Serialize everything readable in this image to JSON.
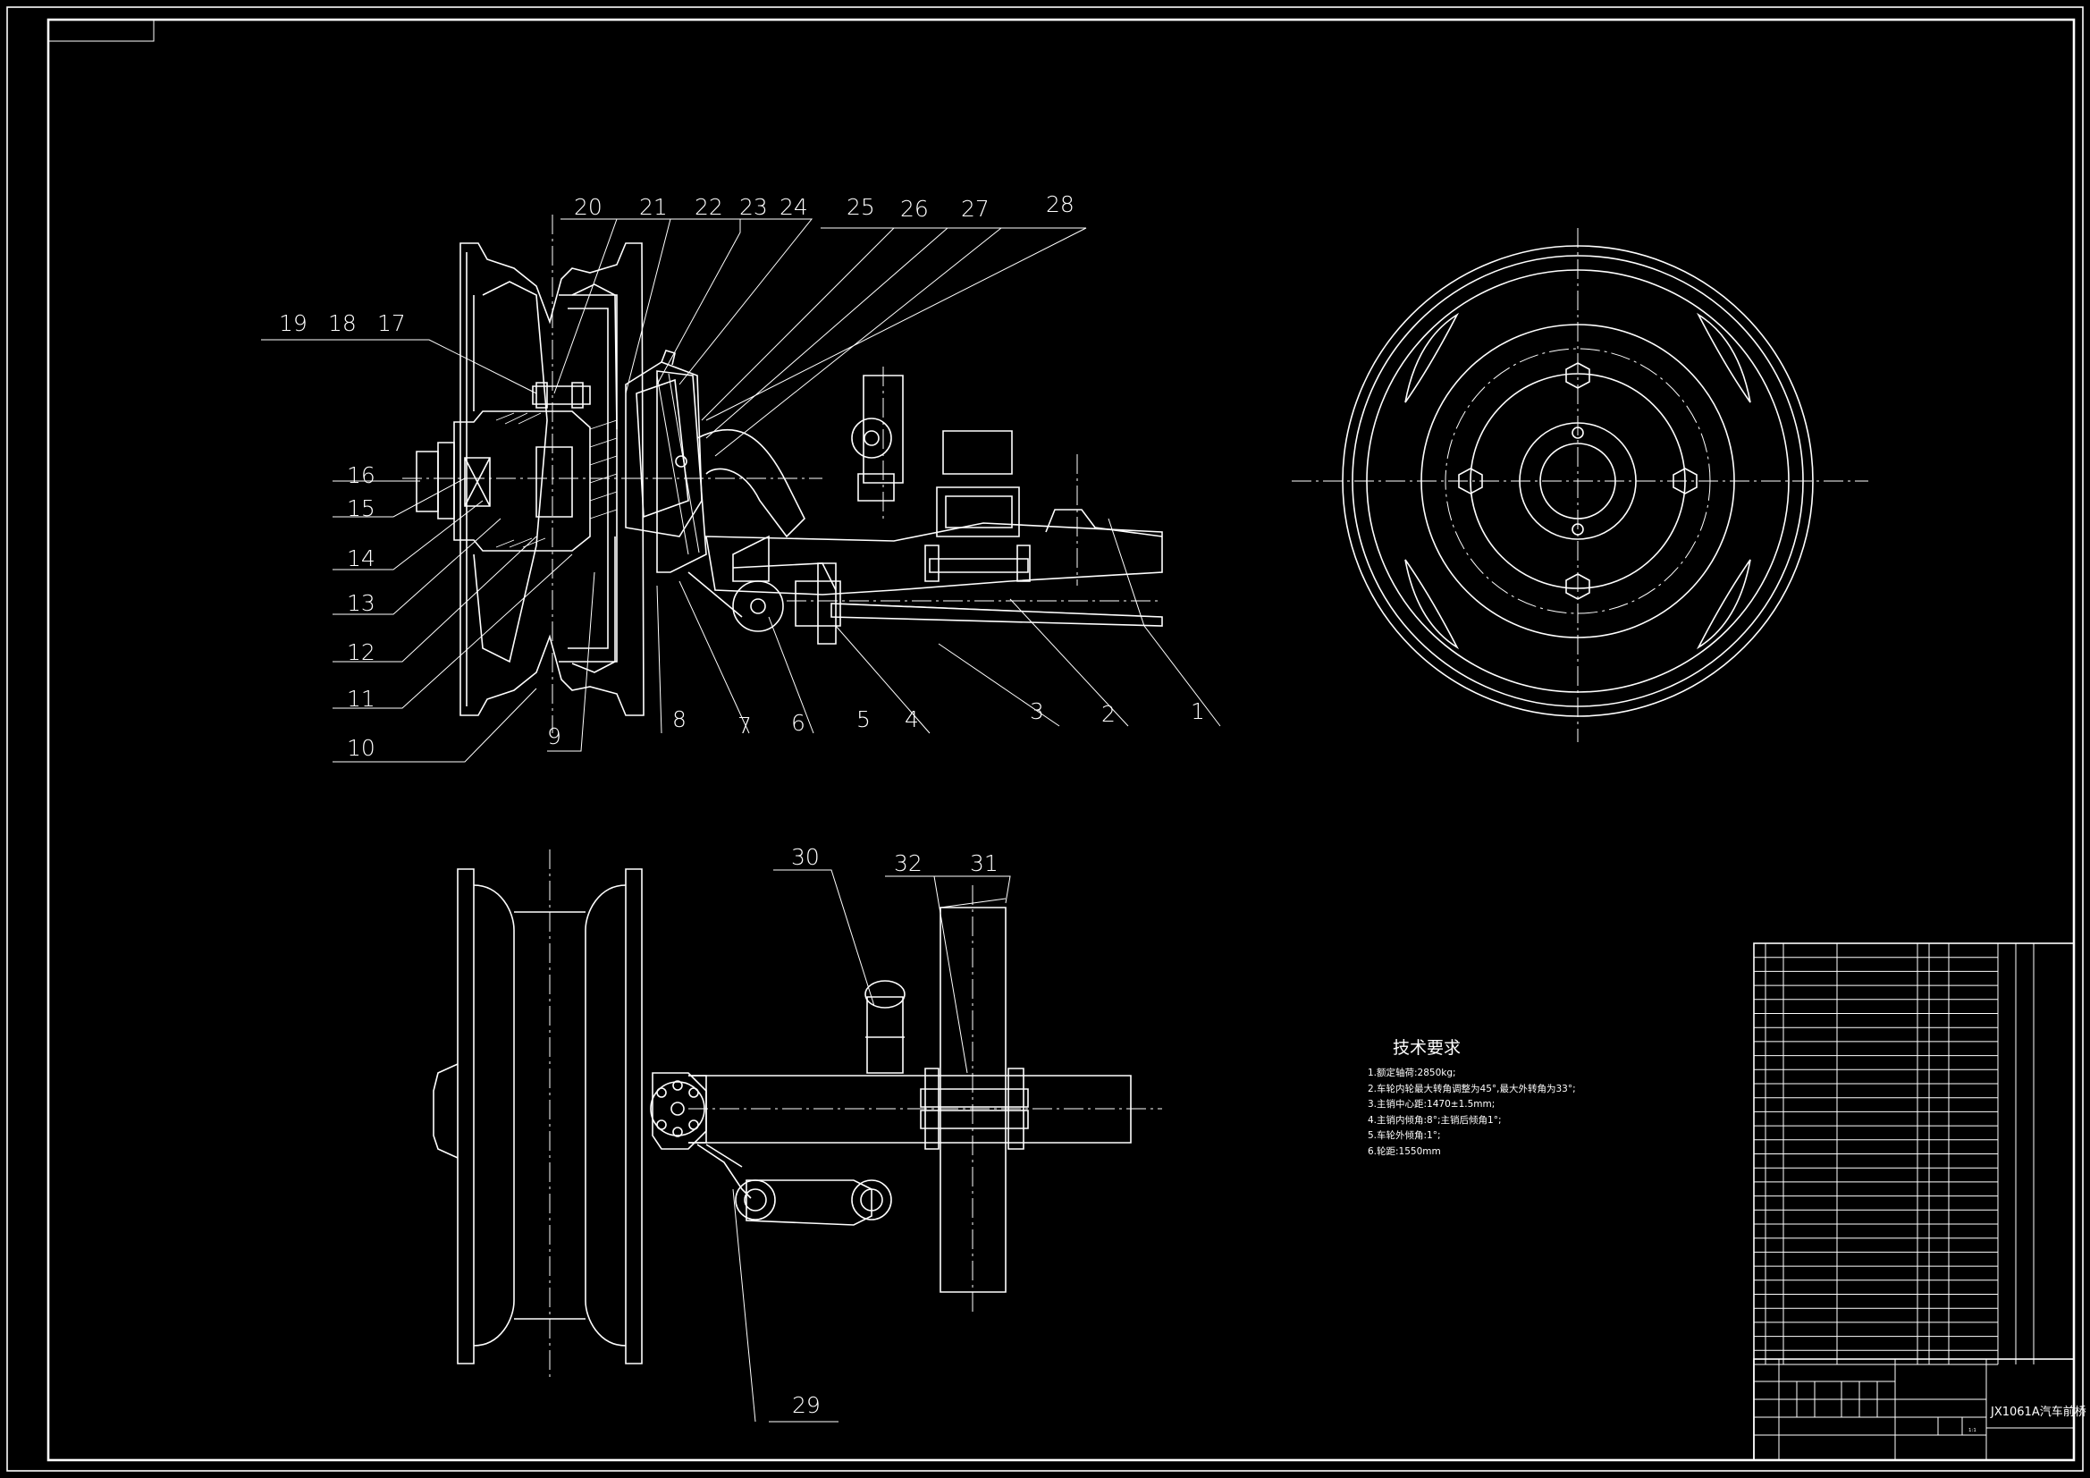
{
  "part_numbers": [
    "1",
    "2",
    "3",
    "4",
    "5",
    "6",
    "7",
    "8",
    "9",
    "10",
    "11",
    "12",
    "13",
    "14",
    "15",
    "16",
    "17",
    "18",
    "19",
    "20",
    "21",
    "22",
    "23",
    "24",
    "25",
    "26",
    "27",
    "28",
    "29",
    "30",
    "31",
    "32"
  ],
  "technical_requirements": {
    "title": "技术要求",
    "items": [
      "1.额定轴荷:2850kg;",
      "2.车轮内轮最大转角调整为45°,最大外转角为33°;",
      "3.主销中心距:1470±1.5mm;",
      "4.主销内倾角:8°;主销后倾角1°;",
      "5.车轮外倾角:1°;",
      "6.轮距:1550mm"
    ]
  },
  "title_block": {
    "drawing_name": "JX1061A汽车前桥",
    "scale": "1:1"
  }
}
